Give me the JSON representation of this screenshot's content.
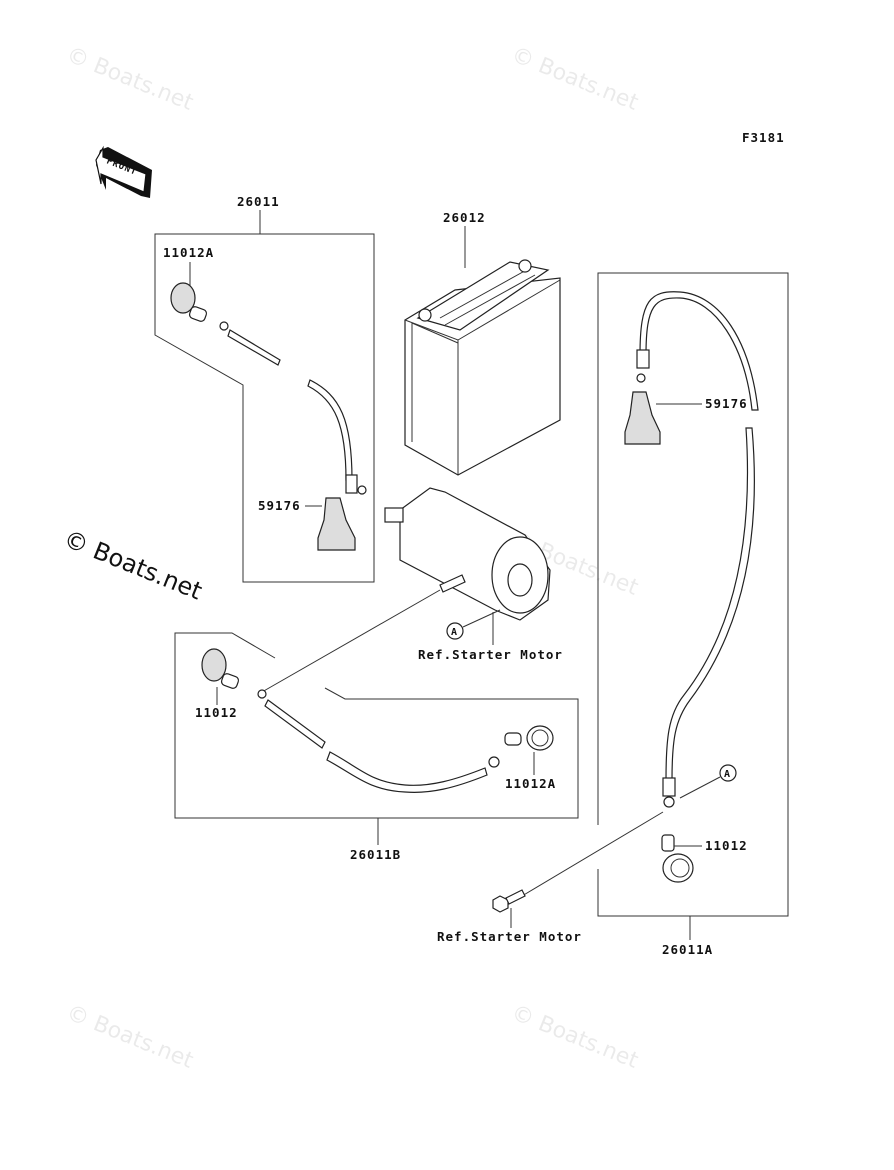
{
  "figure_code": "F3181",
  "front_indicator": "FRONT",
  "watermark": "© Boats.net",
  "labels": {
    "cable_set_left": "26011",
    "cap_left": "11012A",
    "boot_left": "59176",
    "battery": "26012",
    "ref_motor_a": "Ref.Starter Motor",
    "ref_point": "A",
    "cap_lower": "11012",
    "cap_lower_a": "11012A",
    "cable_set_lower": "26011B",
    "boot_right": "59176",
    "cap_right": "11012",
    "ref_motor_b": "Ref.Starter Motor",
    "cable_set_right": "26011A"
  }
}
